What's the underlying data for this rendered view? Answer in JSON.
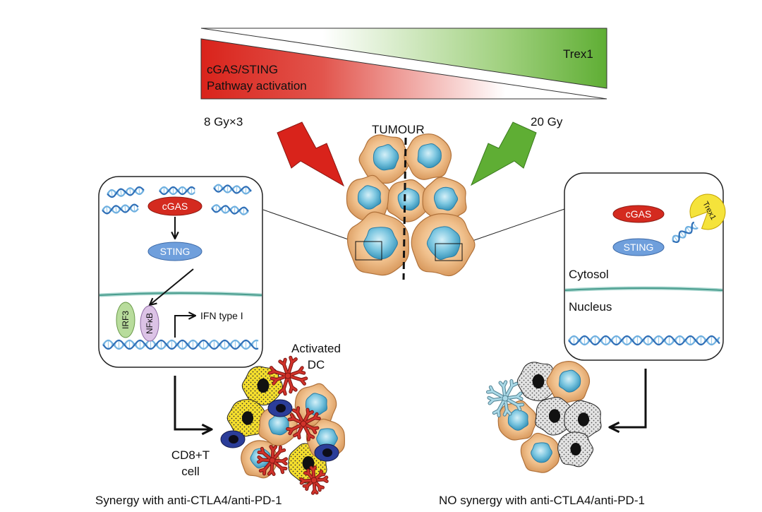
{
  "gradient_bar": {
    "left_label_line1": "cGAS/STING",
    "left_label_line2": "Pathway activation",
    "right_label": "Trex1"
  },
  "doses": {
    "left": "8 Gy×3",
    "right": "20 Gy"
  },
  "tumour_label": "TUMOUR",
  "left_panel": {
    "cgas": "cGAS",
    "sting": "STING",
    "irf3": "IRF3",
    "nfkb": "NFκB",
    "ifn": "IFN type I"
  },
  "right_panel": {
    "cgas": "cGAS",
    "sting": "STING",
    "trex1": "Trex1",
    "cytosol": "Cytosol",
    "nucleus": "Nucleus"
  },
  "left_outcome": {
    "dc_line1": "Activated",
    "dc_line2": "DC",
    "tcell_line1": "CD8+T",
    "tcell_line2": "cell",
    "caption": "Synergy with anti-CTLA4/anti-PD-1"
  },
  "right_outcome": {
    "caption": "NO synergy with anti-CTLA4/anti-PD-1"
  },
  "colors": {
    "pathway_red": "#d9231b",
    "trex1_green": "#5fae34",
    "cgas": "#d42a1f",
    "sting": "#6f9fdc",
    "irf3": "#b8dc9c",
    "nfkb": "#dcc3e6",
    "trex1": "#f5e33b",
    "membrane": "#4a9d8e",
    "dna": "#2f6fb7",
    "caption": "#3b4c9b",
    "t_cell": "#2b3d99",
    "activated_dc": "#d0322a",
    "inactive_dc": "#a9d8e6"
  }
}
